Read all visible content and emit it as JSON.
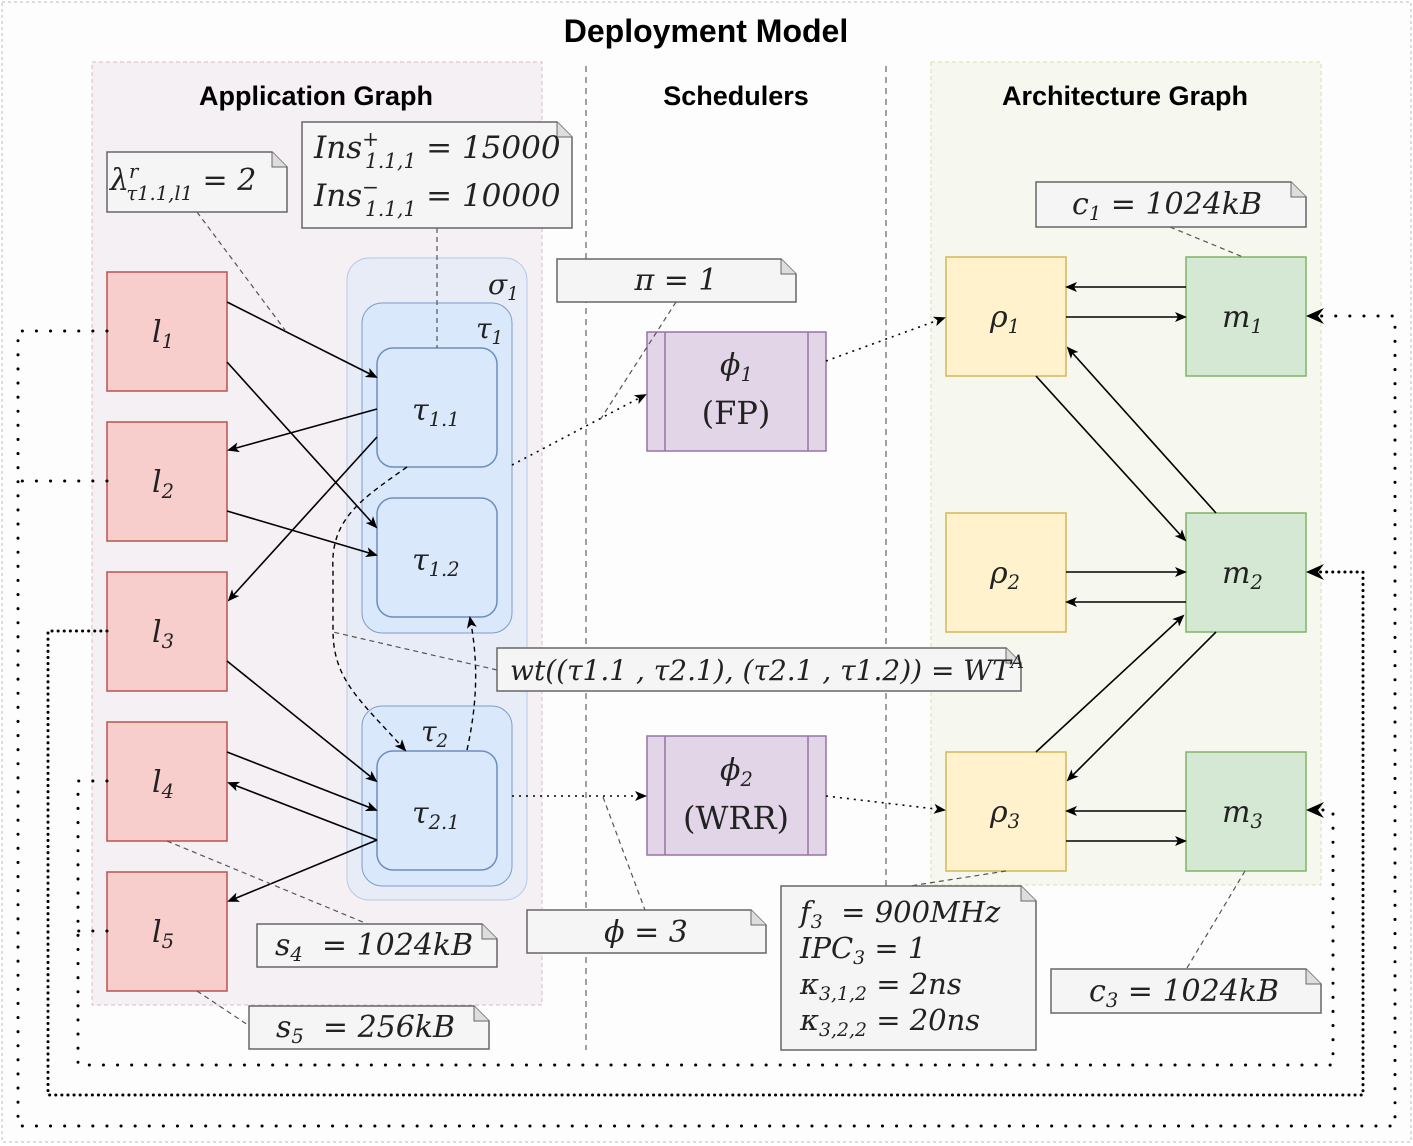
{
  "diagram": {
    "title": "Deployment Model",
    "sections": {
      "application": "Application Graph",
      "schedulers": "Schedulers",
      "architecture": "Architecture Graph"
    },
    "colors": {
      "label_fill": "#f8cecc",
      "label_stroke": "#b85450",
      "task_fill": "#dae8fc",
      "task_stroke": "#6c8ebf",
      "scheduler_fill": "#e1d5e7",
      "scheduler_stroke": "#9673a6",
      "processor_fill": "#fff2cc",
      "processor_stroke": "#d6b656",
      "memory_fill": "#d5e8d4",
      "memory_stroke": "#82b366",
      "note_fill": "#f5f5f5",
      "note_stroke": "#666666"
    },
    "labels": [
      {
        "id": "l1",
        "base": "l",
        "sub": "1"
      },
      {
        "id": "l2",
        "base": "l",
        "sub": "2"
      },
      {
        "id": "l3",
        "base": "l",
        "sub": "3"
      },
      {
        "id": "l4",
        "base": "l",
        "sub": "4"
      },
      {
        "id": "l5",
        "base": "l",
        "sub": "5"
      }
    ],
    "groups": {
      "sigma1": {
        "base": "σ",
        "sub": "1"
      },
      "tau1": {
        "base": "τ",
        "sub": "1"
      },
      "tau2": {
        "base": "τ",
        "sub": "2"
      }
    },
    "runnables": [
      {
        "id": "t11",
        "base": "τ",
        "sub": "1.1"
      },
      {
        "id": "t12",
        "base": "τ",
        "sub": "1.2"
      },
      {
        "id": "t21",
        "base": "τ",
        "sub": "2.1"
      }
    ],
    "schedulers": [
      {
        "id": "phi1",
        "base": "ϕ",
        "sub": "1",
        "policy": "(FP)"
      },
      {
        "id": "phi2",
        "base": "ϕ",
        "sub": "2",
        "policy": "(WRR)"
      }
    ],
    "processors": [
      {
        "id": "rho1",
        "base": "ρ",
        "sub": "1"
      },
      {
        "id": "rho2",
        "base": "ρ",
        "sub": "2"
      },
      {
        "id": "rho3",
        "base": "ρ",
        "sub": "3"
      }
    ],
    "memories": [
      {
        "id": "m1",
        "base": "m",
        "sub": "1"
      },
      {
        "id": "m2",
        "base": "m",
        "sub": "2"
      },
      {
        "id": "m3",
        "base": "m",
        "sub": "3"
      }
    ],
    "notes": {
      "lambda": {
        "base": "λ",
        "sup": "r",
        "sub": "τ1.1,l1",
        "rest": " = 2"
      },
      "ins_plus": {
        "base": "Ins",
        "sup": "+",
        "sub": "1.1,1",
        "rest": " = 15000"
      },
      "ins_minus": {
        "base": "Ins",
        "sup": "−",
        "sub": "1.1,1",
        "rest": " = 10000"
      },
      "pi": "π = 1",
      "wt": {
        "text": "wt((τ1.1 , τ2.1), (τ2.1 , τ1.2)) = WT",
        "sup": "A"
      },
      "phi": "ϕ = 3",
      "s4": {
        "base": "s",
        "sub": "4",
        "rest": "  = 1024kB"
      },
      "s5": {
        "base": "s",
        "sub": "5",
        "rest": "  = 256kB"
      },
      "c1": {
        "base": "c",
        "sub": "1",
        "rest": " = 1024kB"
      },
      "c3": {
        "base": "c",
        "sub": "3",
        "rest": " = 1024kB"
      },
      "proc3": [
        {
          "base": "f",
          "sub": "3",
          "rest": "  = 900MHz"
        },
        {
          "base": "IPC",
          "sub": "3",
          "rest": " = 1"
        },
        {
          "base": "κ",
          "sub": "3,1,2",
          "rest": " = 2ns"
        },
        {
          "base": "κ",
          "sub": "3,2,2",
          "rest": " = 20ns"
        }
      ]
    }
  }
}
